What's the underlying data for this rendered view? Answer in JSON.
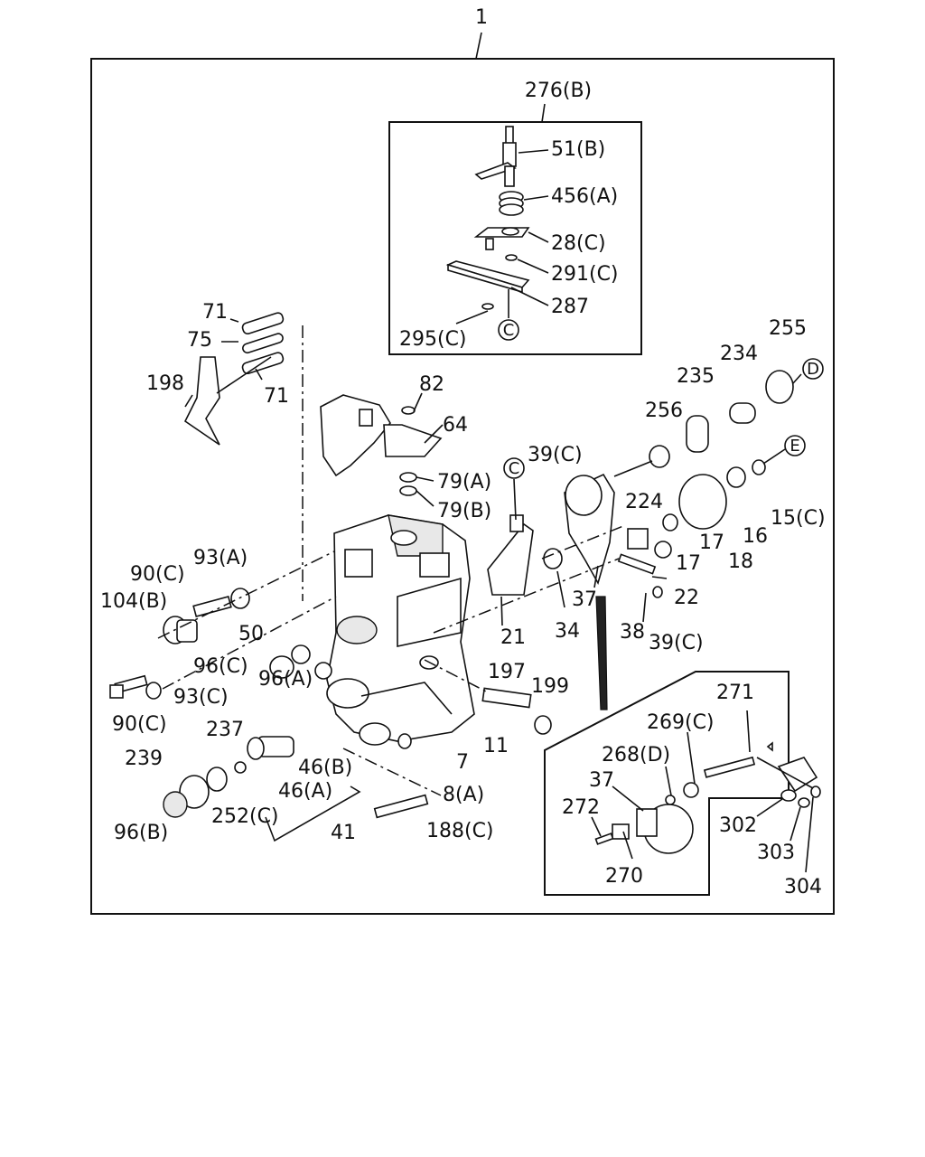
{
  "main_label": "1",
  "box_labels": {
    "inset_top": "276(B)",
    "inset_bottom": "271"
  },
  "part_labels": [
    {
      "id": "51b",
      "text": "51(B)"
    },
    {
      "id": "456a",
      "text": "456(A)"
    },
    {
      "id": "28c",
      "text": "28(C)"
    },
    {
      "id": "291c",
      "text": "291(C)"
    },
    {
      "id": "287",
      "text": "287"
    },
    {
      "id": "295c",
      "text": "295(C)"
    },
    {
      "id": "71a",
      "text": "71"
    },
    {
      "id": "75",
      "text": "75"
    },
    {
      "id": "71b",
      "text": "71"
    },
    {
      "id": "198",
      "text": "198"
    },
    {
      "id": "82",
      "text": "82"
    },
    {
      "id": "64",
      "text": "64"
    },
    {
      "id": "79a",
      "text": "79(A)"
    },
    {
      "id": "79b",
      "text": "79(B)"
    },
    {
      "id": "39c_top",
      "text": "39(C)"
    },
    {
      "id": "256",
      "text": "256"
    },
    {
      "id": "235",
      "text": "235"
    },
    {
      "id": "234",
      "text": "234"
    },
    {
      "id": "255",
      "text": "255"
    },
    {
      "id": "224",
      "text": "224"
    },
    {
      "id": "17a",
      "text": "17"
    },
    {
      "id": "17b",
      "text": "17"
    },
    {
      "id": "16",
      "text": "16"
    },
    {
      "id": "15c",
      "text": "15(C)"
    },
    {
      "id": "18",
      "text": "18"
    },
    {
      "id": "22",
      "text": "22"
    },
    {
      "id": "93a",
      "text": "93(A)"
    },
    {
      "id": "90c_top",
      "text": "90(C)"
    },
    {
      "id": "104b",
      "text": "104(B)"
    },
    {
      "id": "50",
      "text": "50"
    },
    {
      "id": "96c",
      "text": "96(C)"
    },
    {
      "id": "93c",
      "text": "93(C)"
    },
    {
      "id": "90c_bot",
      "text": "90(C)"
    },
    {
      "id": "96a",
      "text": "96(A)"
    },
    {
      "id": "21",
      "text": "21"
    },
    {
      "id": "34",
      "text": "34"
    },
    {
      "id": "37_top",
      "text": "37"
    },
    {
      "id": "38",
      "text": "38"
    },
    {
      "id": "39c_bot",
      "text": "39(C)"
    },
    {
      "id": "197",
      "text": "197"
    },
    {
      "id": "199",
      "text": "199"
    },
    {
      "id": "11",
      "text": "11"
    },
    {
      "id": "7",
      "text": "7"
    },
    {
      "id": "237",
      "text": "237"
    },
    {
      "id": "239",
      "text": "239"
    },
    {
      "id": "46b",
      "text": "46(B)"
    },
    {
      "id": "46a",
      "text": "46(A)"
    },
    {
      "id": "252c",
      "text": "252(C)"
    },
    {
      "id": "96b",
      "text": "96(B)"
    },
    {
      "id": "41",
      "text": "41"
    },
    {
      "id": "8a",
      "text": "8(A)"
    },
    {
      "id": "188c",
      "text": "188(C)"
    },
    {
      "id": "269c",
      "text": "269(C)"
    },
    {
      "id": "268d",
      "text": "268(D)"
    },
    {
      "id": "37_bot",
      "text": "37"
    },
    {
      "id": "272",
      "text": "272"
    },
    {
      "id": "270",
      "text": "270"
    },
    {
      "id": "302",
      "text": "302"
    },
    {
      "id": "303",
      "text": "303"
    },
    {
      "id": "304",
      "text": "304"
    }
  ],
  "ref_circles": [
    {
      "id": "c_inset",
      "text": "C"
    },
    {
      "id": "c_main",
      "text": "C"
    },
    {
      "id": "d",
      "text": "D"
    },
    {
      "id": "e",
      "text": "E"
    }
  ]
}
